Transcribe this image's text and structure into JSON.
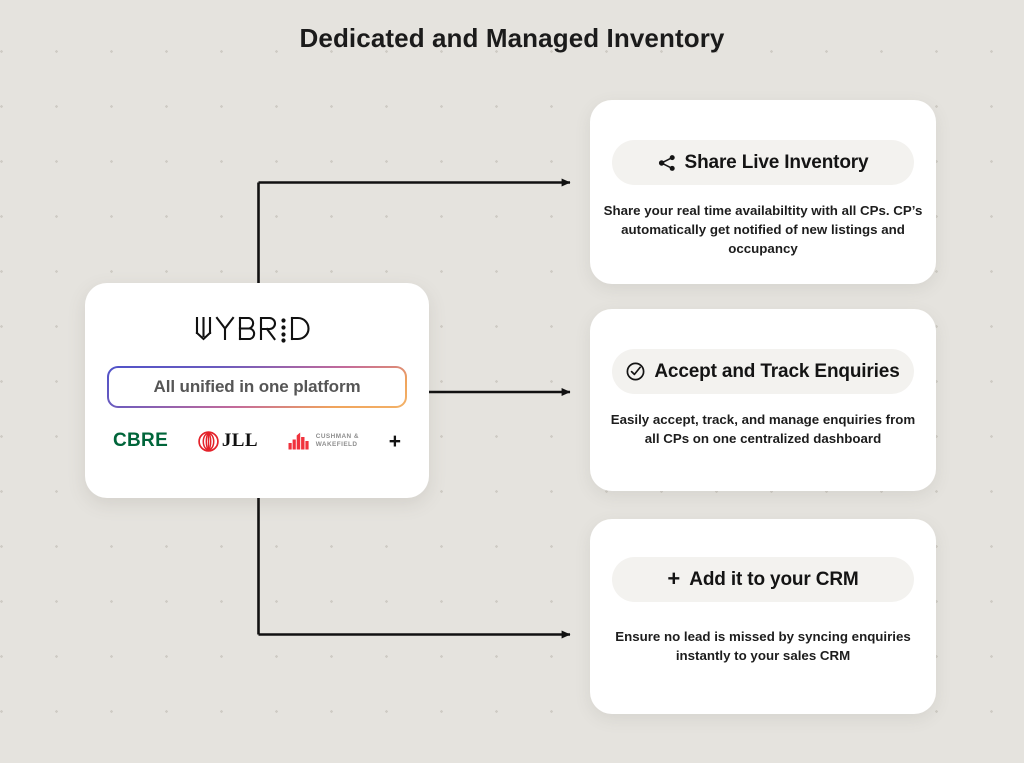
{
  "page": {
    "title": "Dedicated and Managed Inventory",
    "background_color": "#e5e3de",
    "dot_color": "#cfccc5"
  },
  "platform_card": {
    "logo": {
      "name": "wybrid-logo",
      "text": "WYBR:D",
      "color": "#111111"
    },
    "unified_pill": {
      "label": "All unified in one platform",
      "text_color": "#565656",
      "gradient_from": "#4f52c9",
      "gradient_mid": "#c46a9a",
      "gradient_to": "#f3b268"
    },
    "partners": [
      {
        "name": "cbre",
        "label": "CBRE",
        "color": "#00653a"
      },
      {
        "name": "jll",
        "label": "JLL",
        "mark_color": "#e4222a",
        "color": "#101010"
      },
      {
        "name": "cushman-wakefield",
        "label_line1": "CUSHMAN &",
        "label_line2": "WAKEFIELD",
        "mark_color": "#f0323c",
        "color": "#8d8d8d"
      },
      {
        "name": "more",
        "label": "+",
        "color": "#131313"
      }
    ]
  },
  "features": [
    {
      "icon": "share-icon",
      "title": "Share Live Inventory",
      "description": "Share your real time availabiltity with all CPs. CP’s automatically get notified of new listings and occupancy",
      "pill_bg": "#f3f2ef"
    },
    {
      "icon": "check-circle-icon",
      "title": "Accept and Track Enquiries",
      "description": "Easily accept, track, and manage enquiries from all CPs on one centralized dashboard",
      "pill_bg": "#f3f2ef"
    },
    {
      "icon": "plus-icon",
      "title": "Add it to your CRM",
      "description": "Ensure no lead is missed by syncing enquiries instantly to your sales CRM",
      "pill_bg": "#f3f2ef"
    }
  ],
  "connectors": {
    "line_color": "#111111",
    "count": 3
  }
}
